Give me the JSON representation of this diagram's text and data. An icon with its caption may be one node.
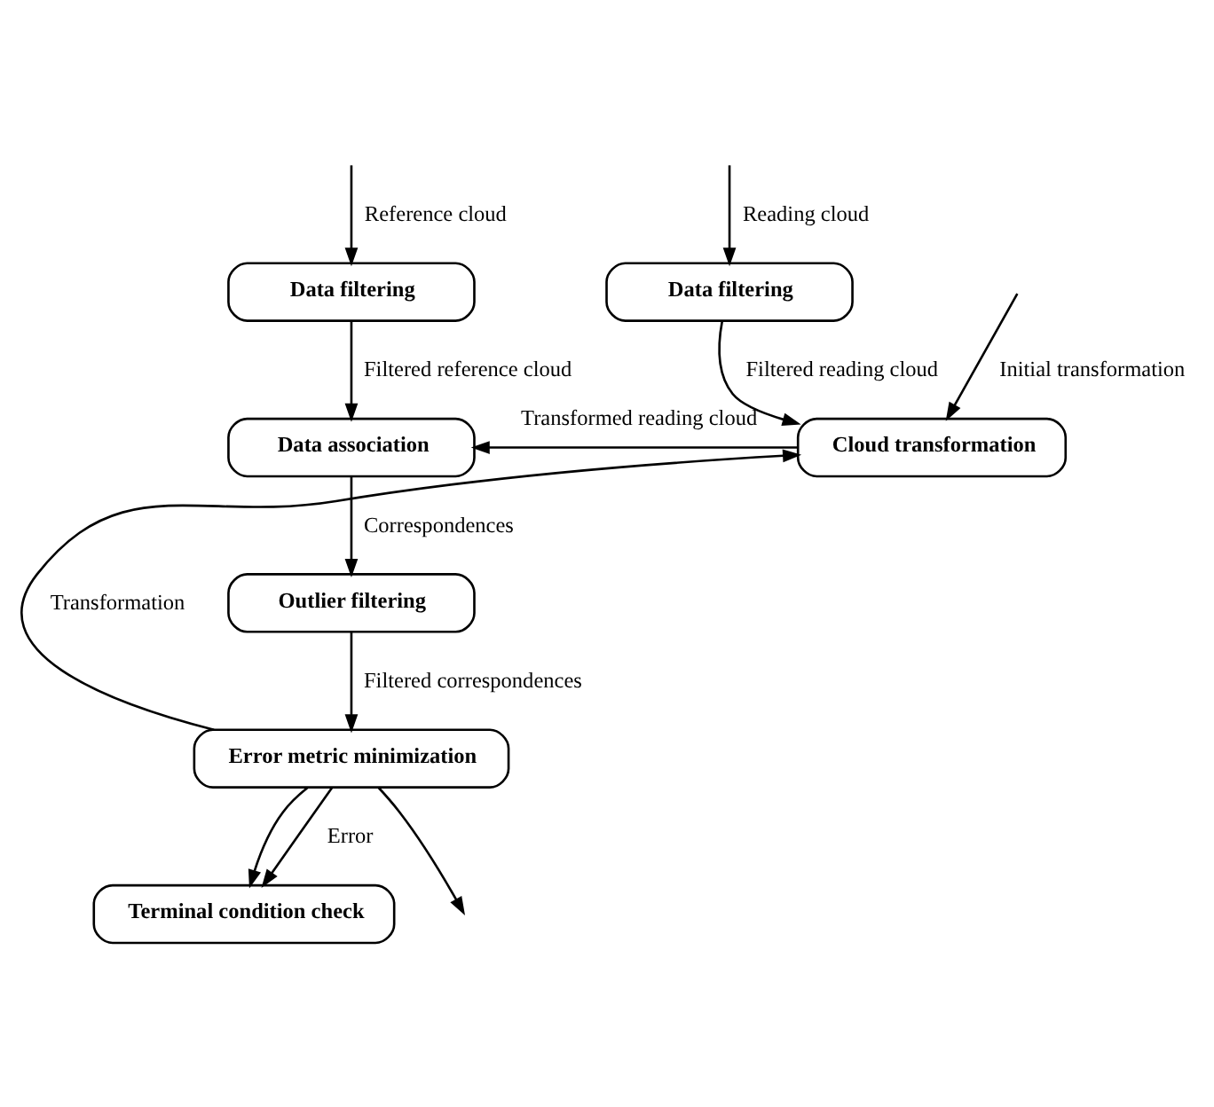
{
  "diagram": {
    "nodes": [
      {
        "text": [
          "Data filtering"
        ]
      },
      {
        "text": [
          "Data filtering"
        ]
      },
      {
        "text": [
          "Data association"
        ]
      },
      {
        "text": [
          "Cloud transformation"
        ]
      },
      {
        "text": [
          "Outlier filtering"
        ]
      },
      {
        "text": [
          "Error metric minimization"
        ]
      },
      {
        "text": [
          "Terminal condition check"
        ]
      }
    ],
    "edges": [
      {
        "from": null,
        "to": 0,
        "arrow": "to",
        "label": "Reference cloud"
      },
      {
        "from": null,
        "to": 1,
        "arrow": "to",
        "label": "Reading cloud"
      },
      {
        "from": 0,
        "to": 2,
        "arrow": "to",
        "label": "Filtered reference cloud"
      },
      {
        "from": 1,
        "to": 3,
        "arrow": "to",
        "label": "Filtered reading cloud"
      },
      {
        "from": 3,
        "to": 2,
        "arrow": "to",
        "label": "Transformed reading cloud"
      },
      {
        "from": null,
        "to": 3,
        "arrow": "to",
        "label": "Initial transformation"
      },
      {
        "from": 2,
        "to": 4,
        "arrow": "to",
        "label": "Correspondences"
      },
      {
        "from": 4,
        "to": 5,
        "arrow": "to",
        "label": "Filtered correspondences"
      },
      {
        "from": 5,
        "to": 6,
        "arrow": "to",
        "label": "Error"
      },
      {
        "from": 5,
        "to": 3,
        "arrow": "to",
        "label": "Transformation"
      },
      {
        "from": 5,
        "to": 6,
        "arrow": "to"
      },
      {
        "from": 5,
        "to": null,
        "arrow": "to"
      }
    ]
  }
}
